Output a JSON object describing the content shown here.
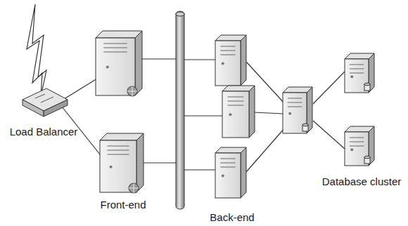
{
  "diagram": {
    "labels": [
      "Load Balancer",
      "Front-end",
      "Back-end",
      "Database cluster"
    ]
  }
}
